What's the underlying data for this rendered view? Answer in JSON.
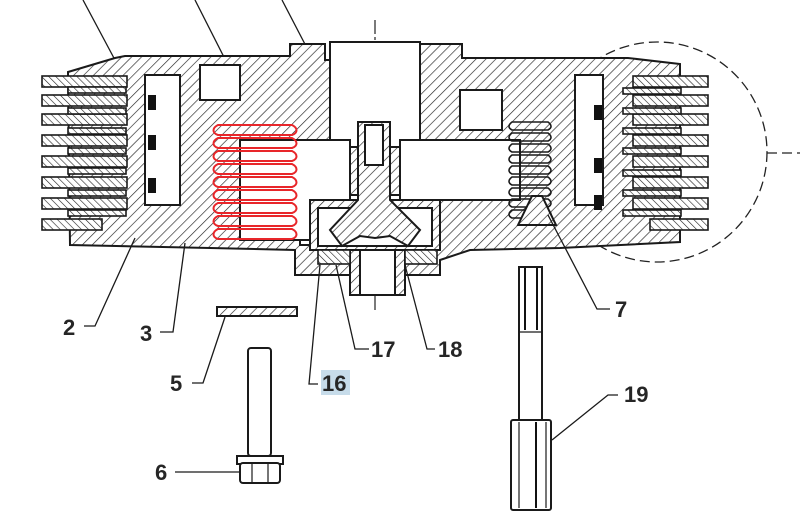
{
  "diagram": {
    "title": "Clutch assembly exploded cross-section",
    "callouts": [
      {
        "id": "2",
        "label": "2"
      },
      {
        "id": "3",
        "label": "3"
      },
      {
        "id": "5",
        "label": "5"
      },
      {
        "id": "6",
        "label": "6"
      },
      {
        "id": "7",
        "label": "7"
      },
      {
        "id": "16",
        "label": "16",
        "highlighted": true
      },
      {
        "id": "17",
        "label": "17"
      },
      {
        "id": "18",
        "label": "18"
      },
      {
        "id": "19",
        "label": "19"
      }
    ],
    "highlight_color": "#c7dcea",
    "spring_highlight_color": "#e8262a",
    "line_color": "#1a1a1a"
  }
}
